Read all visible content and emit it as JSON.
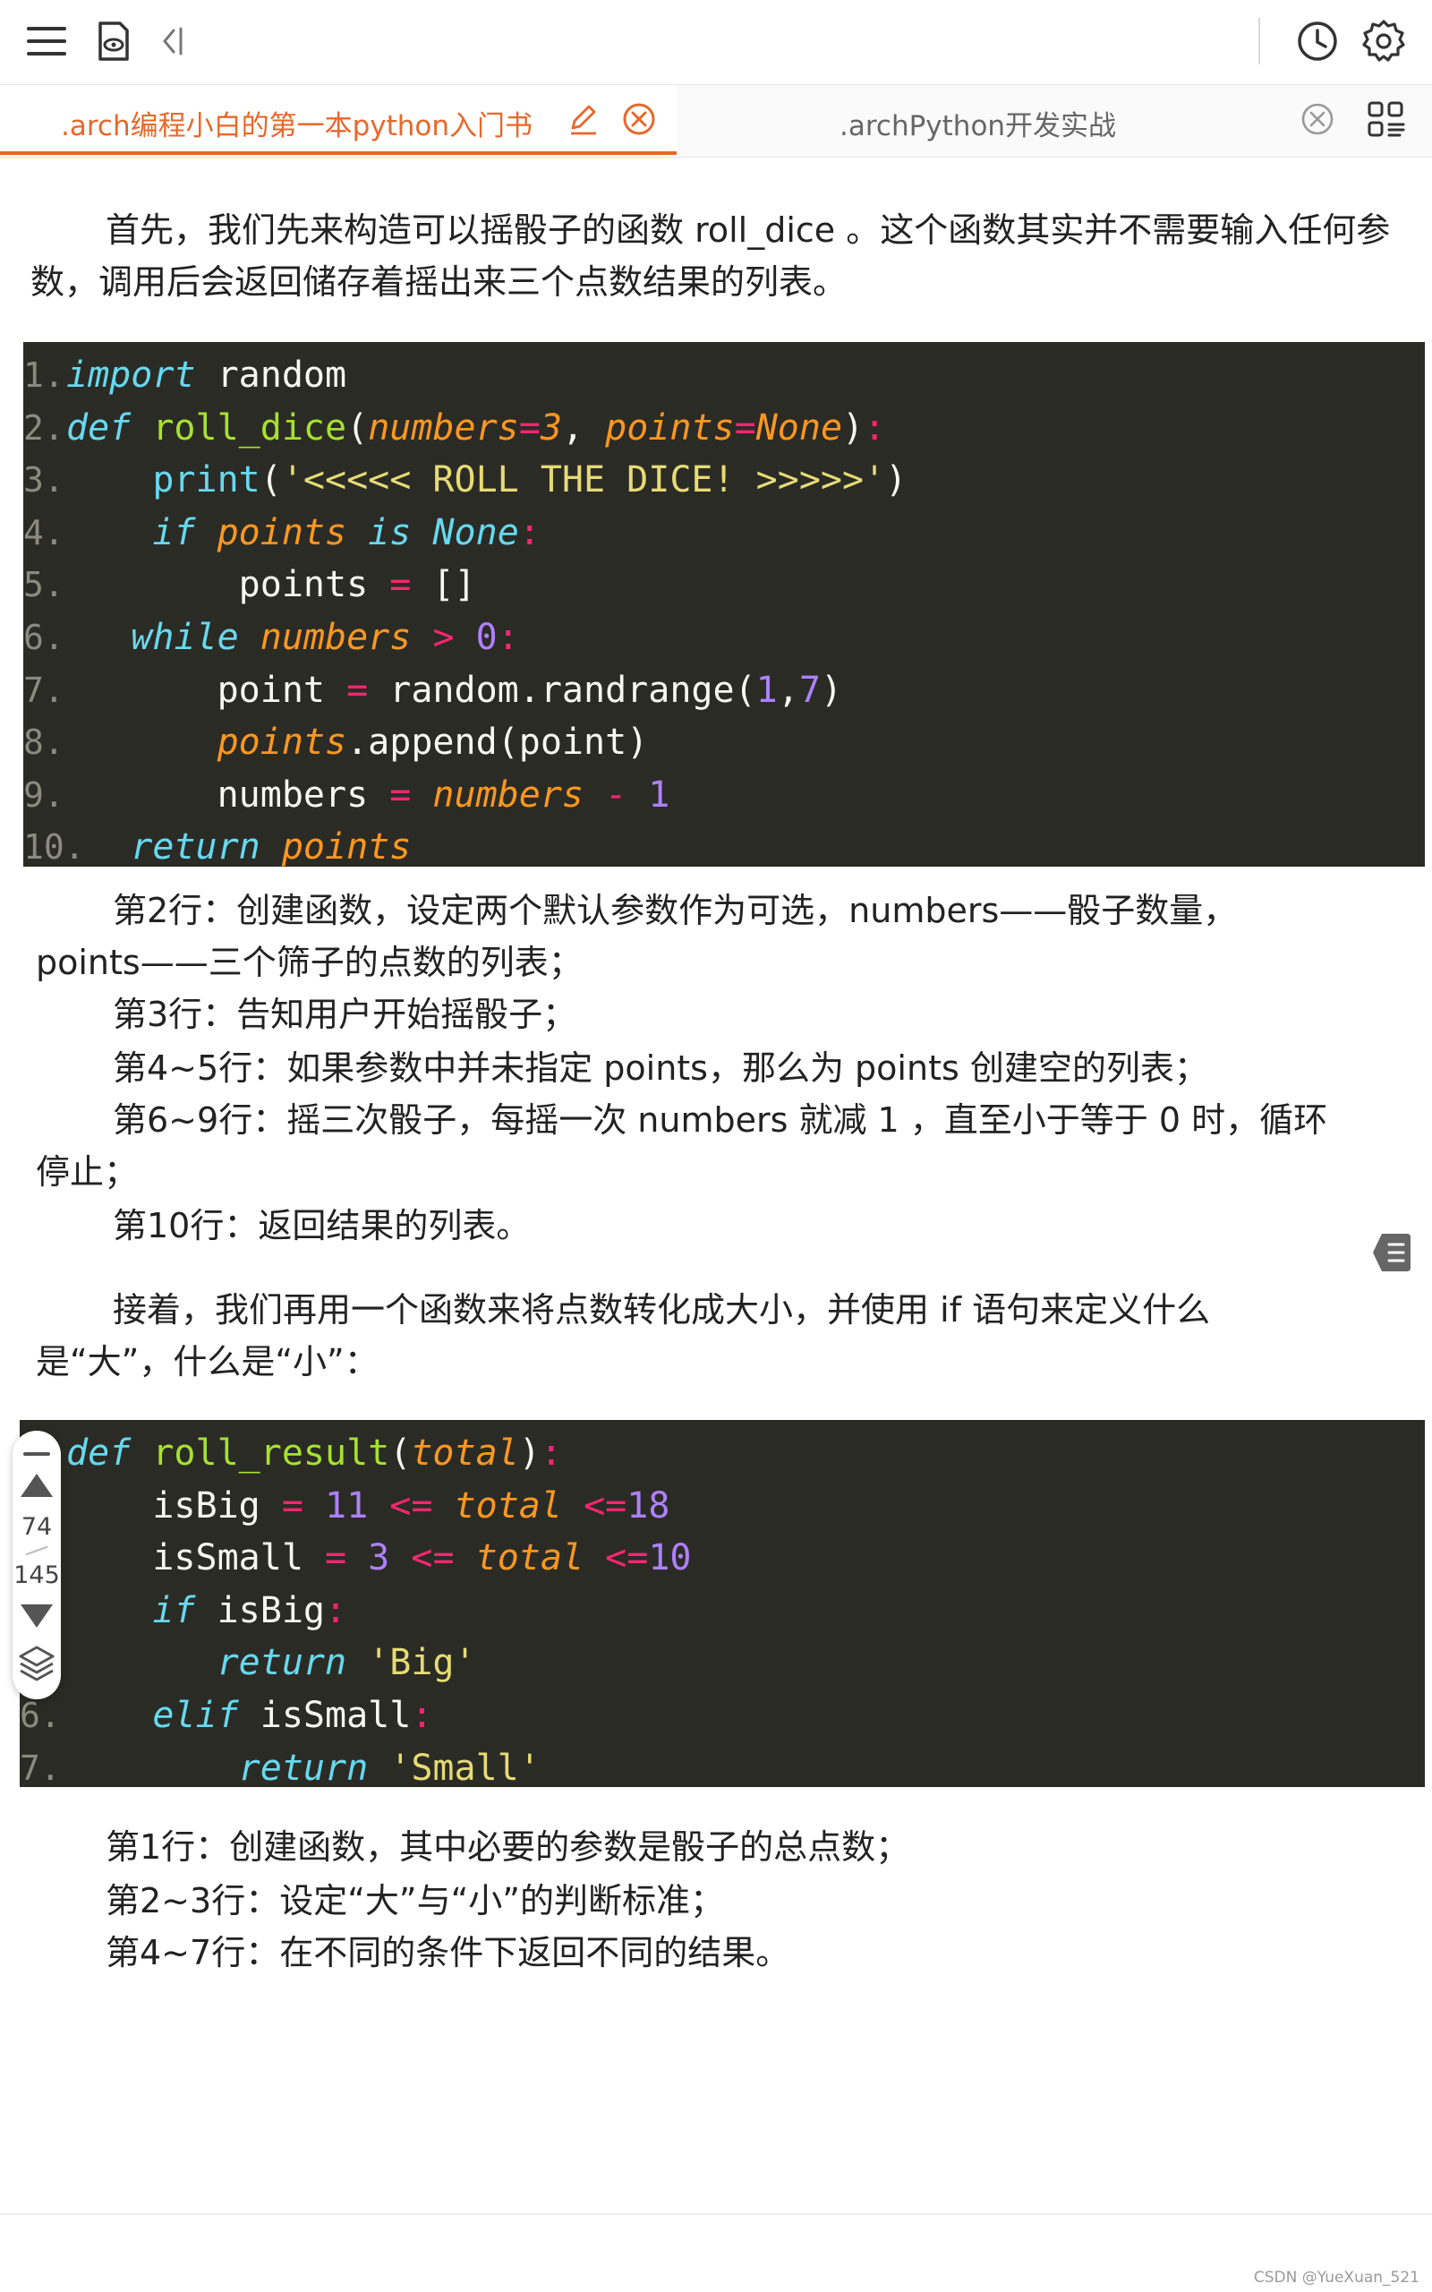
{
  "toolbar": {
    "icons": [
      "menu-icon",
      "reader-view-icon",
      "collapse-left-icon",
      "history-clock-icon",
      "gear-icon"
    ]
  },
  "tabs": [
    {
      "label": ".arch编程小白的第一本python入门书",
      "active": true
    },
    {
      "label": ".archPython开发实战",
      "active": false
    }
  ],
  "content": {
    "intro": "首先，我们先来构造可以摇骰子的函数 roll_dice 。这个函数其实并不需要输入任何参数，调用后会返回储存着摇出来三个点数结果的列表。",
    "code1": [
      {
        "n": "1.",
        "html": "<span class=\"kw\">import</span> random"
      },
      {
        "n": "2.",
        "html": "<span class=\"kw\">def</span> <span class=\"fn\">roll_dice</span>(<span class=\"pa\">numbers</span><span class=\"op\">=</span><span class=\"pa\">3</span>, <span class=\"pa\">points</span><span class=\"op\">=</span><span class=\"pa\">None</span>)<span class=\"op\">:</span>"
      },
      {
        "n": "3.",
        "html": "    <span class=\"kw\" style=\"font-style:normal\">print</span>(<span class=\"st\">'&lt;&lt;&lt;&lt;&lt; ROLL THE DICE! &gt;&gt;&gt;&gt;&gt;'</span>)"
      },
      {
        "n": "4.",
        "html": "    <span class=\"kw\">if</span> <span class=\"pa\">points</span> <span class=\"kw\">is</span> <span class=\"kw\">None</span><span class=\"op\">:</span>"
      },
      {
        "n": "5.",
        "html": "        points <span class=\"op\">=</span> []"
      },
      {
        "n": "6.",
        "html": "   <span class=\"kw\">while</span> <span class=\"pa\">numbers</span> <span class=\"op\">&gt;</span> <span class=\"nu\">0</span><span class=\"op\">:</span>"
      },
      {
        "n": "7.",
        "html": "       point <span class=\"op\">=</span> random.randrange(<span class=\"nu\">1</span>,<span class=\"nu\">7</span>)"
      },
      {
        "n": "8.",
        "html": "       <span class=\"pa\">points</span>.append(point)"
      },
      {
        "n": "9.",
        "html": "       numbers <span class=\"op\">=</span> <span class=\"pa\">numbers</span> <span class=\"op\">-</span> <span class=\"nu\">1</span>"
      },
      {
        "n": "10.",
        "html": "   <span class=\"kw\">return</span> <span class=\"pa\">points</span>"
      }
    ],
    "notes1": [
      "第2行：创建函数，设定两个默认参数作为可选，numbers——骰子数量，",
      "points——三个筛子的点数的列表；",
      "第3行：告知用户开始摇骰子；",
      "第4~5行：如果参数中并未指定 points，那么为 points 创建空的列表；",
      "第6~9行：摇三次骰子，每摇一次 numbers 就减 1 ，直至小于等于 0 时，循环",
      "停止；",
      "第10行：返回结果的列表。"
    ],
    "intro2_line1": "接着，我们再用一个函数来将点数转化成大小，并使用  if  语句来定义什么",
    "intro2_line2": "是“大”，什么是“小”：",
    "code2": [
      {
        "n": "1.",
        "html": "<span class=\"kw\">def</span> <span class=\"fn\">roll_result</span>(<span class=\"pa\">total</span>)<span class=\"op\">:</span>"
      },
      {
        "n": "2.",
        "html": "    isBig <span class=\"op\">=</span> <span class=\"nu\">11</span> <span class=\"op\">&lt;=</span> <span class=\"pa\">total</span> <span class=\"op\">&lt;=</span><span class=\"nu\">18</span>"
      },
      {
        "n": "3.",
        "html": "    isSmall <span class=\"op\">=</span> <span class=\"nu\">3</span> <span class=\"op\">&lt;=</span> <span class=\"pa\">total</span> <span class=\"op\">&lt;=</span><span class=\"nu\">10</span>"
      },
      {
        "n": "4.",
        "html": "    <span class=\"kw\">if</span> isBig<span class=\"op\">:</span>"
      },
      {
        "n": "5.",
        "html": "       <span class=\"kw\">return</span> <span class=\"st\">'Big'</span>"
      },
      {
        "n": "6.",
        "html": "    <span class=\"kw\">elif</span> isSmall<span class=\"op\">:</span>"
      },
      {
        "n": "7.",
        "html": "        <span class=\"kw\">return</span> <span class=\"st\">'Small'</span>"
      }
    ],
    "notes2": [
      "第1行：创建函数，其中必要的参数是骰子的总点数；",
      "第2~3行：设定“大”与“小”的判断标准；",
      "第4~7行：在不同的条件下返回不同的结果。"
    ]
  },
  "scroll_widget": {
    "current": "74",
    "total": "145"
  },
  "watermark": "CSDN @YueXuan_521"
}
